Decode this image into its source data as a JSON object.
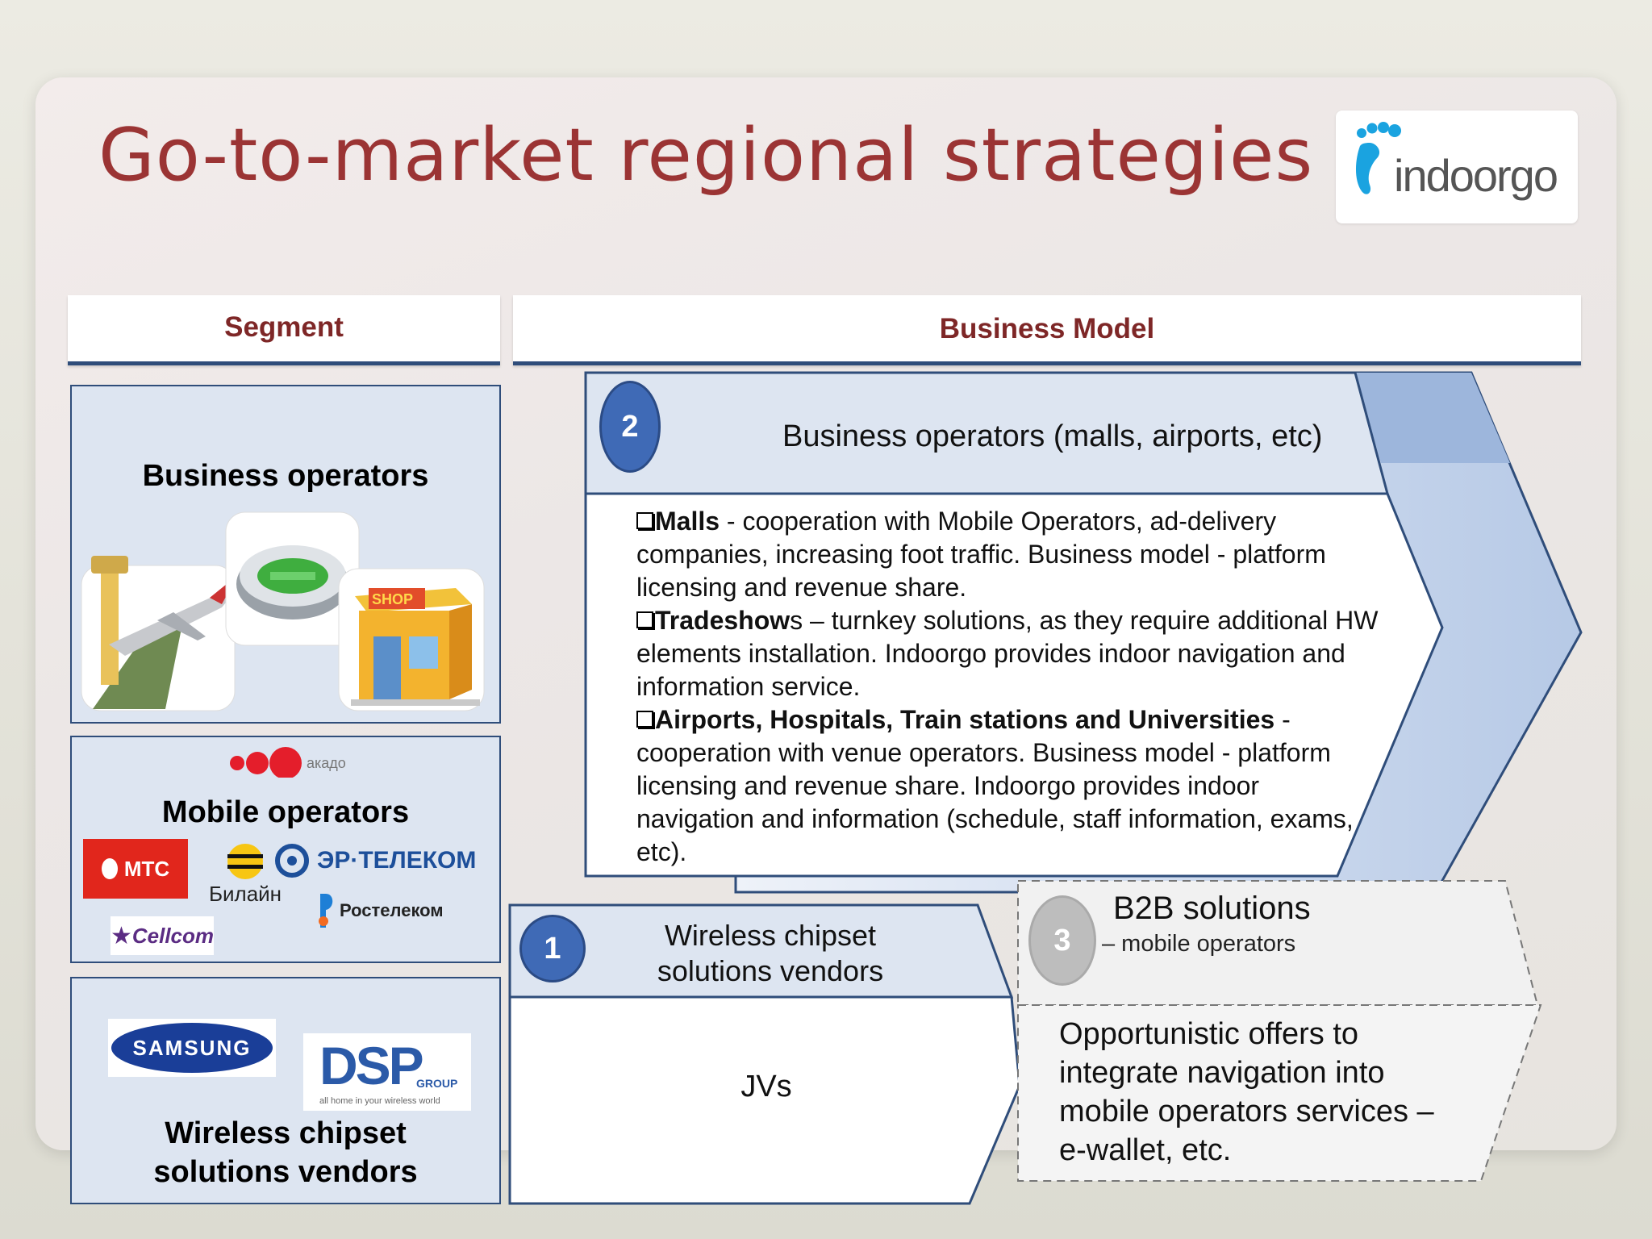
{
  "slide": {
    "title": "Go-to-market regional strategies",
    "logo_text": "indoorgo"
  },
  "headers": {
    "segment": "Segment",
    "business_model": "Business Model"
  },
  "segments": {
    "business_operators": {
      "label": "Business operators",
      "icons": [
        "airplane-icon",
        "stadium-icon",
        "shop-icon"
      ],
      "shop_sign": "SHOP"
    },
    "mobile_operators": {
      "label": "Mobile operators",
      "logos": {
        "akado": "акадо",
        "mts": "МТС",
        "beeline": "Билайн",
        "er_telecom": "ЭР·ТЕЛЕКОМ",
        "rostelecom": "Ростелеком",
        "cellcom": "Cellcom"
      }
    },
    "chipset_vendors": {
      "label_line1": "Wireless chipset",
      "label_line2": "solutions vendors",
      "logos": {
        "samsung": "SAMSUNG",
        "dsp": "DSP",
        "dsp_group": "GROUP",
        "dsp_tagline": "all home in your wireless world"
      }
    }
  },
  "models": {
    "business": {
      "number": "2",
      "title": "Business operators (malls, airports, etc)",
      "items": [
        {
          "bold": "Malls",
          "text": " - cooperation with Mobile Operators, ad-delivery companies, increasing foot traffic. Business model -  platform licensing and revenue share."
        },
        {
          "bold": "Tradeshow",
          "text": "s – turnkey solutions, as they require additional HW elements installation. Indoorgo provides indoor navigation and information service."
        },
        {
          "bold": "Airports, Hospitals, Train stations and Universities",
          "text": " - cooperation with venue operators. Business model - platform licensing and revenue share. Indoorgo provides indoor navigation and information (schedule, staff information, exams, etc)."
        }
      ]
    },
    "chipset": {
      "number": "1",
      "title_line1": "Wireless chipset",
      "title_line2": "solutions vendors",
      "body": "JVs"
    },
    "b2b": {
      "number": "3",
      "title": "B2B solutions",
      "subtitle": "– mobile operators",
      "body_lines": [
        "Opportunistic offers to",
        "integrate navigation into",
        "mobile operators  services –",
        "e-wallet, etc."
      ]
    }
  },
  "colors": {
    "title": "#9b3434",
    "header_text": "#7e2727",
    "border_blue": "#2f4d7a",
    "badge_blue": "#3f6ab6",
    "panel_blue": "#dde5f1"
  }
}
